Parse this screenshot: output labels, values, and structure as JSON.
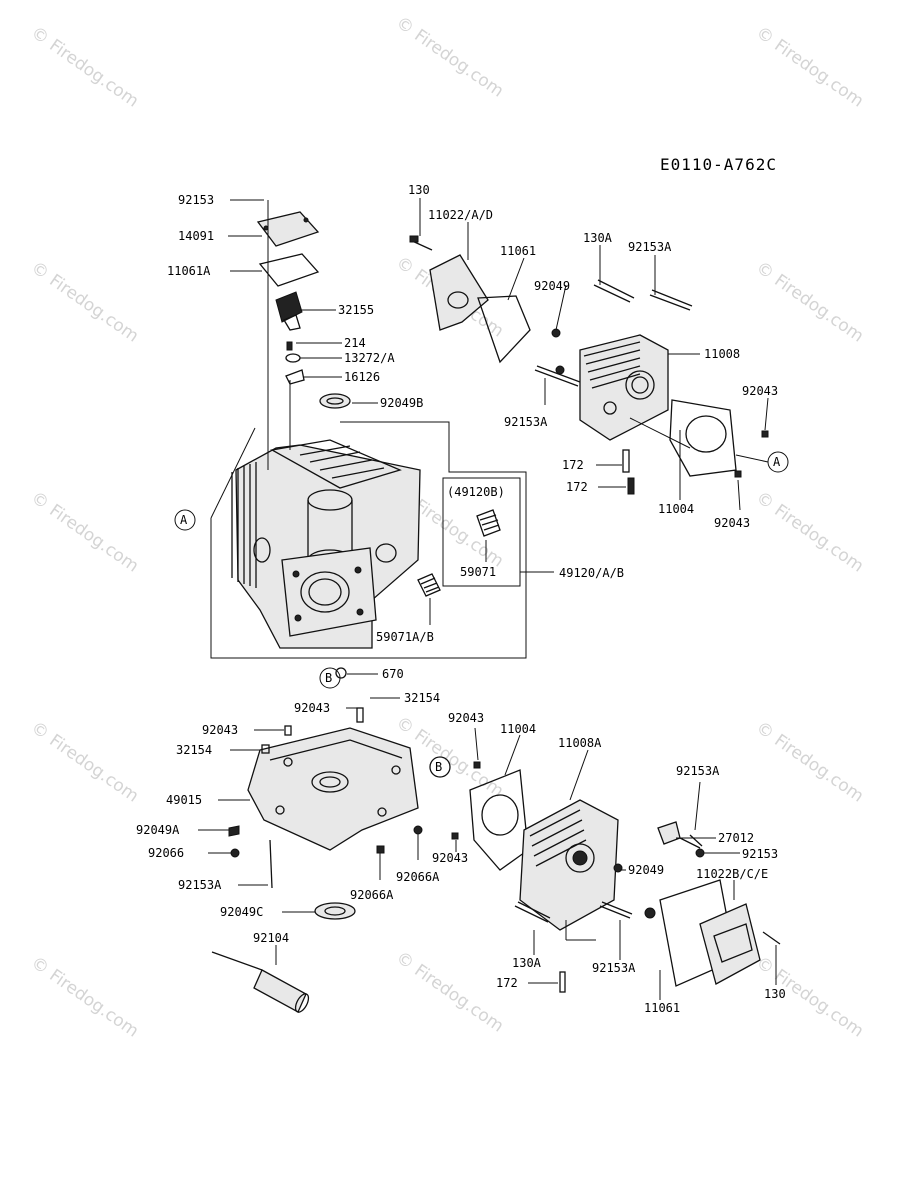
{
  "diagram": {
    "code": "E0110-A762C",
    "watermark": "© Firedog.com",
    "callout_a": "A",
    "callout_b": "B",
    "subassembly_label": "(49120B)",
    "parts": {
      "p92153_top": "92153",
      "p14091": "14091",
      "p11061A": "11061A",
      "p32155": "32155",
      "p214": "214",
      "p13272": "13272/A",
      "p16126": "16126",
      "p92049B": "92049B",
      "p130_top": "130",
      "p11022AD": "11022/A/D",
      "p11061_top": "11061",
      "p130A_top": "130A",
      "p92153A_top": "92153A",
      "p92049_top": "92049",
      "p11008": "11008",
      "p92153A_left": "92153A",
      "p92043_right": "92043",
      "p172_a": "172",
      "p172_b": "172",
      "p11004_top": "11004",
      "p92043_right2": "92043",
      "p59071": "59071",
      "p49120": "49120/A/B",
      "p59071AB": "59071A/B",
      "p670": "670",
      "p32154_top": "32154",
      "p92043_mid": "92043",
      "p92043_left": "92043",
      "p32154_left": "32154",
      "p49015": "49015",
      "p92049A": "92049A",
      "p92066": "92066",
      "p92153A_bot": "92153A",
      "p92066A_a": "92066A",
      "p92066A_b": "92066A",
      "p92049C": "92049C",
      "p92104": "92104",
      "p92043_b1": "92043",
      "p11004_b": "11004",
      "p11008A": "11008A",
      "p92153A_b2": "92153A",
      "p27012": "27012",
      "p92153_b": "92153",
      "p92043_b2": "92043",
      "p92049_b": "92049",
      "p11022BCE": "11022B/C/E",
      "p130A_b": "130A",
      "p92153A_b3": "92153A",
      "p130_b": "130",
      "p172_c": "172",
      "p11061_b": "11061"
    }
  }
}
